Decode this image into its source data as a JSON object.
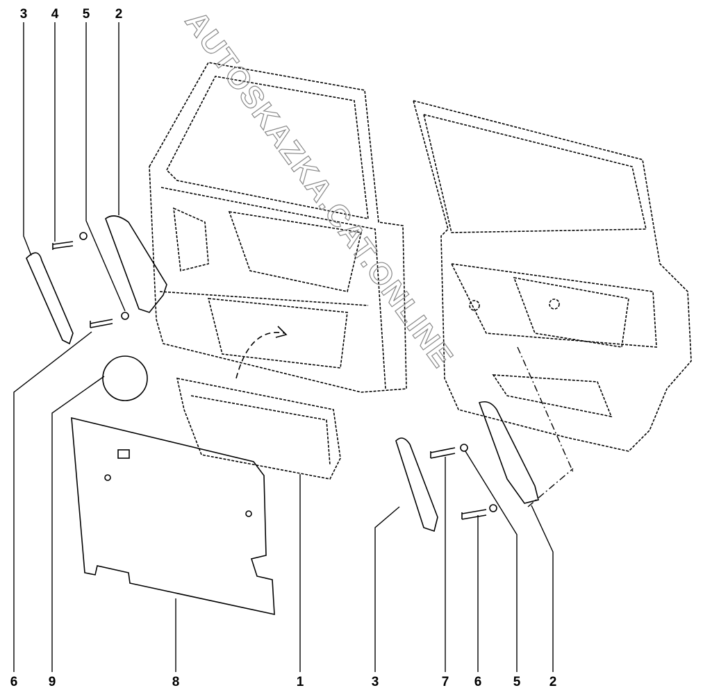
{
  "watermark": "AUTOSKAZKA.CAT.ONLINE",
  "callouts_top": [
    "3",
    "4",
    "5",
    "2"
  ],
  "callouts_bottom": [
    "6",
    "9",
    "8",
    "1",
    "3",
    "7",
    "6",
    "5",
    "2"
  ]
}
